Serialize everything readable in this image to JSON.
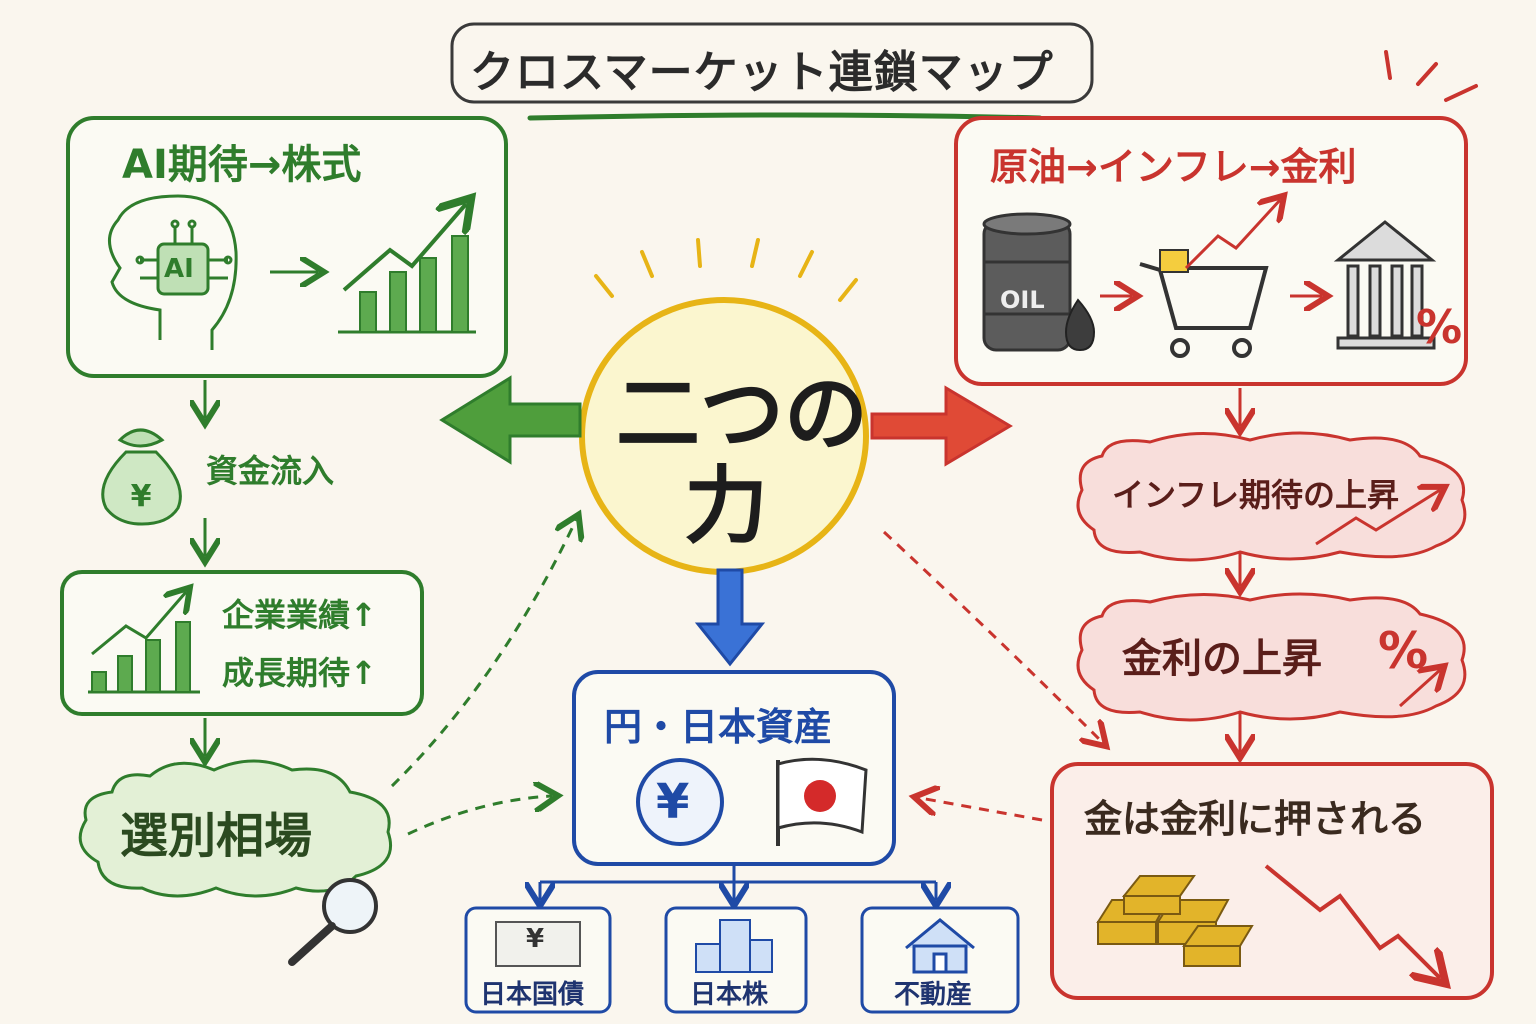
{
  "title": "クロスマーケット連鎖マップ",
  "center": {
    "line1": "二つの",
    "line2": "力"
  },
  "left_branch": {
    "header": "AI期待→株式",
    "chip_text": "AI",
    "step1": "資金流入",
    "step2_a": "企業業績↑",
    "step2_b": "成長期待↑",
    "step3": "選別相場",
    "money_symbol": "¥"
  },
  "right_branch": {
    "header": "原油→インフレ→金利",
    "oil_label": "OIL",
    "percent_symbol": "%",
    "step1": "インフレ期待の上昇",
    "step2": "金利の上昇",
    "step3": "金は金利に押される"
  },
  "bottom_branch": {
    "header": "円・日本資産",
    "yen_symbol": "¥",
    "items": [
      "日本国債",
      "日本株",
      "不動産"
    ]
  },
  "colors": {
    "green": "#2f7d2c",
    "red": "#c9342e",
    "blue": "#1f4aa6",
    "yellow": "#e7b416",
    "gold": "#e2b42a"
  }
}
